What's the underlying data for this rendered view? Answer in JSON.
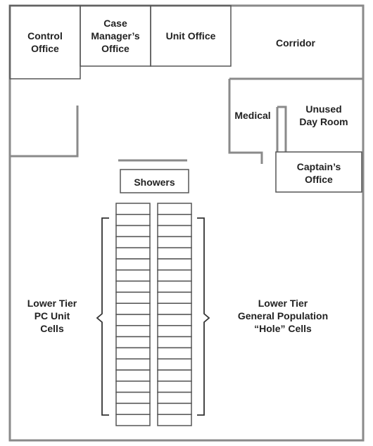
{
  "rooms": {
    "control_office": [
      "Control",
      "Office"
    ],
    "case_manager_office": [
      "Case",
      "Manager’s",
      "Office"
    ],
    "unit_office": [
      "Unit Office"
    ],
    "corridor": [
      "Corridor"
    ],
    "medical": [
      "Medical"
    ],
    "unused_day_room": [
      "Unused",
      "Day Room"
    ],
    "captains_office": [
      "Captain’s",
      "Office"
    ],
    "showers": [
      "Showers"
    ]
  },
  "cell_groups": {
    "pc_unit": [
      "Lower Tier",
      "PC Unit",
      "Cells"
    ],
    "general_population": [
      "Lower Tier",
      "General Population",
      "“Hole” Cells"
    ]
  },
  "cells": {
    "per_column": 20
  },
  "colors": {
    "wall": "#8a8a8a",
    "stroke": "#555555",
    "text": "#222222"
  }
}
